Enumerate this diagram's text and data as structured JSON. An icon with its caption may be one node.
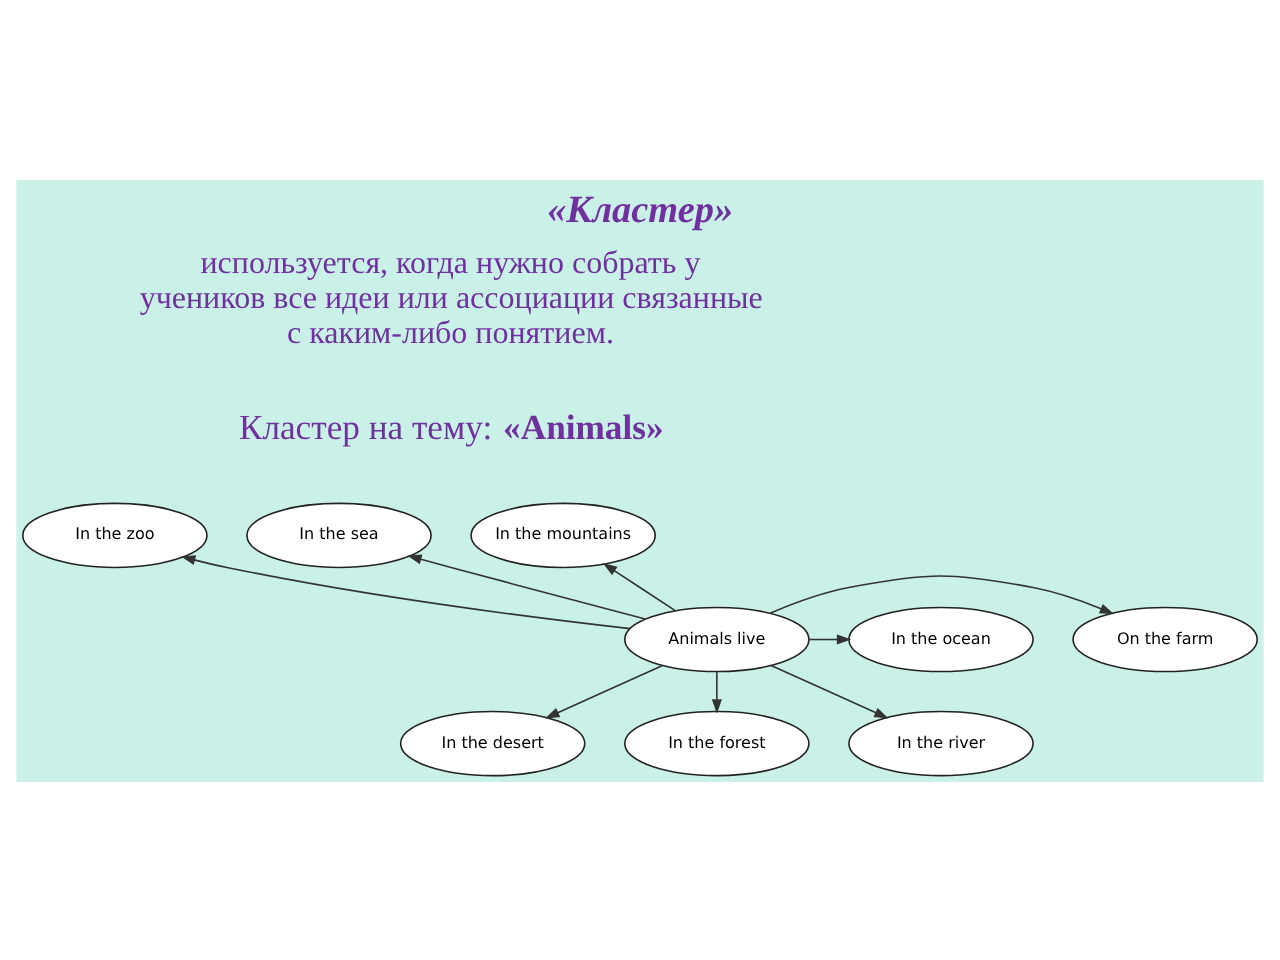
{
  "diagram": {
    "title": "«Кластер»",
    "nodes": [
      {
        "text": [
          "Animals live"
        ]
      },
      {
        "text": [
          "In the zoo"
        ]
      },
      {
        "text": [
          "In the sea"
        ]
      },
      {
        "text": [
          "In the mountains"
        ]
      },
      {
        "text": [
          "On the farm"
        ]
      },
      {
        "text": [
          "In the ocean"
        ]
      },
      {
        "text": [
          "In the desert"
        ]
      },
      {
        "text": [
          "In the forest"
        ]
      },
      {
        "text": [
          "In the river"
        ]
      }
    ],
    "edges": [
      {
        "from": 0,
        "to": 1,
        "arrow": "to"
      },
      {
        "from": 0,
        "to": 2,
        "arrow": "to"
      },
      {
        "from": 0,
        "to": 3,
        "arrow": "to"
      },
      {
        "from": 0,
        "to": 4,
        "arrow": "to"
      },
      {
        "from": 0,
        "to": 5,
        "arrow": "to"
      },
      {
        "from": 0,
        "to": 6,
        "arrow": "to"
      },
      {
        "from": 0,
        "to": 7,
        "arrow": "to"
      },
      {
        "from": 0,
        "to": 8,
        "arrow": "to"
      }
    ],
    "labels": [
      "используется, когда нужно собрать у учеников все идеи или ассоциации связанные с каким-либо понятием.",
      "Кластер на тему: **«Animals»**"
    ]
  }
}
